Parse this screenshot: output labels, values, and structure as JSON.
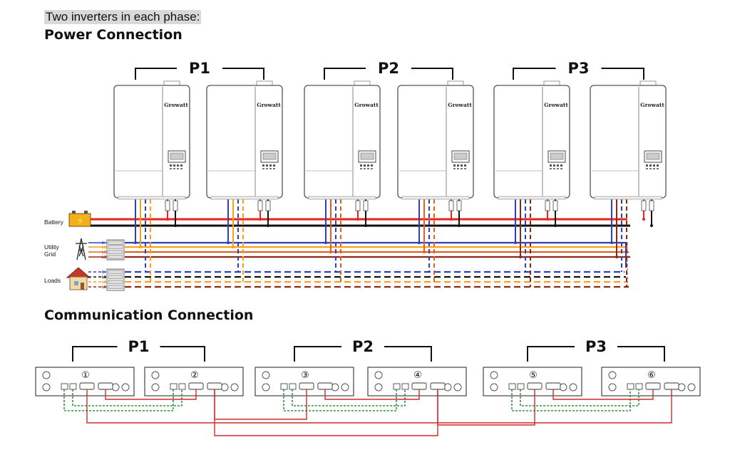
{
  "intro_text": "Two inverters in each phase:",
  "power_title": "Power Connection",
  "comm_title": "Communication Connection",
  "groups": [
    "P1",
    "P2",
    "P3"
  ],
  "brand": "Growatt",
  "sources": {
    "battery": "Battery",
    "utility_line1": "Utility",
    "utility_line2": "Grid",
    "loads": "Loads"
  },
  "phase_labels": [
    "N",
    "L1",
    "L2",
    "L3"
  ],
  "unit_numbers": [
    "①",
    "②",
    "③",
    "④",
    "⑤",
    "⑥"
  ],
  "colors": {
    "battery_pos": "#e8231b",
    "battery_neg": "#111111",
    "neutral": "#2e3fc2",
    "L1": "#f4a11c",
    "L2": "#e85e1c",
    "L3": "#8b2a14",
    "share_bus": "#2a9a3c",
    "sync": "#d02a2a"
  }
}
